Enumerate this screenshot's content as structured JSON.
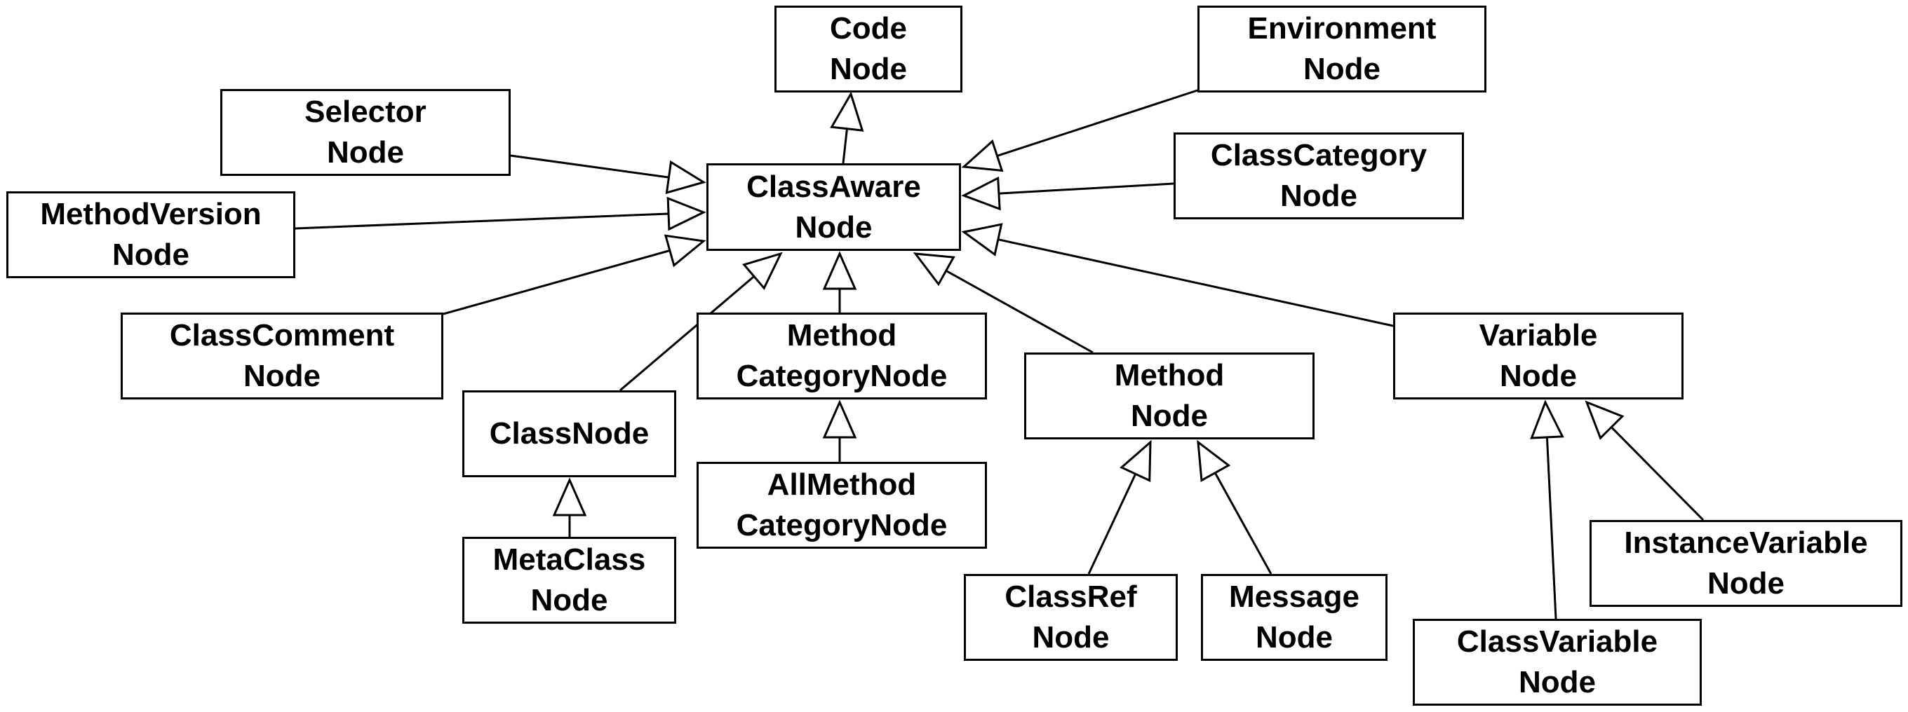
{
  "nodes": {
    "code": "Code\nNode",
    "environment": "Environment\nNode",
    "selector": "Selector\nNode",
    "classaware": "ClassAware\nNode",
    "classcategory": "ClassCategory\nNode",
    "methodversion": "MethodVersion\nNode",
    "classcomment": "ClassComment\nNode",
    "methodcategory": "Method\nCategoryNode",
    "variable": "Variable\nNode",
    "classnode": "ClassNode",
    "method": "Method\nNode",
    "allmethodcategory": "AllMethod\nCategoryNode",
    "metaclass": "MetaClass\nNode",
    "classref": "ClassRef\nNode",
    "message": "Message\nNode",
    "instancevariable": "InstanceVariable\nNode",
    "classvariable": "ClassVariable\nNode"
  },
  "edges": [
    {
      "from": "classaware",
      "to": "code",
      "relation": "generalization"
    },
    {
      "from": "environment",
      "to": "classaware",
      "relation": "generalization"
    },
    {
      "from": "selector",
      "to": "classaware",
      "relation": "generalization"
    },
    {
      "from": "methodversion",
      "to": "classaware",
      "relation": "generalization"
    },
    {
      "from": "classcomment",
      "to": "classaware",
      "relation": "generalization"
    },
    {
      "from": "classcategory",
      "to": "classaware",
      "relation": "generalization"
    },
    {
      "from": "variable",
      "to": "classaware",
      "relation": "generalization"
    },
    {
      "from": "classnode",
      "to": "classaware",
      "relation": "generalization"
    },
    {
      "from": "methodcategory",
      "to": "classaware",
      "relation": "generalization"
    },
    {
      "from": "method",
      "to": "classaware",
      "relation": "generalization"
    },
    {
      "from": "allmethodcategory",
      "to": "methodcategory",
      "relation": "generalization"
    },
    {
      "from": "metaclass",
      "to": "classnode",
      "relation": "generalization"
    },
    {
      "from": "classref",
      "to": "method",
      "relation": "generalization"
    },
    {
      "from": "message",
      "to": "method",
      "relation": "generalization"
    },
    {
      "from": "classvariable",
      "to": "variable",
      "relation": "generalization"
    },
    {
      "from": "instancevariable",
      "to": "variable",
      "relation": "generalization"
    }
  ]
}
